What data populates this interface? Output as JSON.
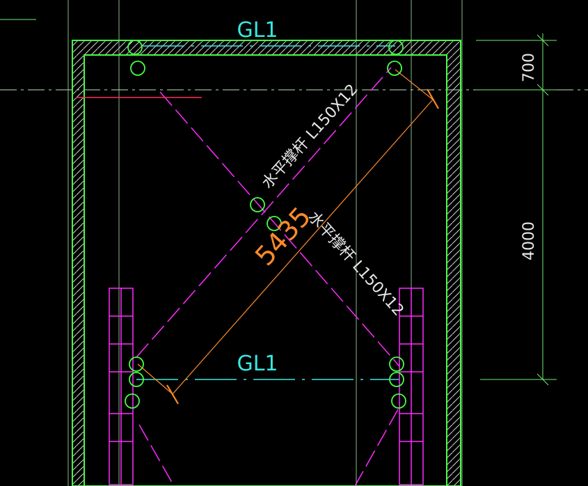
{
  "drawing": {
    "beam_top_label": "GL1",
    "beam_bottom_label": "GL1",
    "brace_upper_label": "水平撑杆 L150X12",
    "brace_lower_label": "水平撑杆 L150X12",
    "diagonal_length_label": "5435",
    "dimension_top": "700",
    "dimension_right": "4000"
  },
  "colors": {
    "background": "#000000",
    "wall": "#46ff46",
    "beam": "#37e8e1",
    "brace": "#ff2cff",
    "dimension": "#ff8a2a",
    "axis": "#6ff06f",
    "text": "#e8e8e8"
  }
}
